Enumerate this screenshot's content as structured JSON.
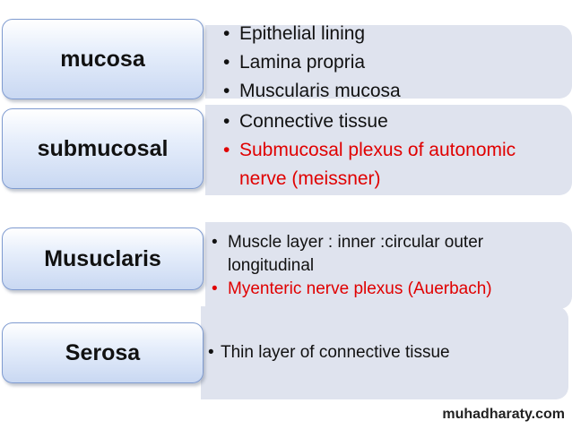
{
  "rows": [
    {
      "label": "mucosa",
      "bullets": [
        {
          "text": "Epithelial lining",
          "color": "#111111"
        },
        {
          "text": "Lamina propria",
          "color": "#111111"
        },
        {
          "text": "Muscularis mucosa",
          "color": "#111111"
        }
      ]
    },
    {
      "label": "submucosal",
      "bullets": [
        {
          "text": "Connective tissue",
          "color": "#111111"
        },
        {
          "text": "Submucosal plexus of autonomic nerve (meissner)",
          "color": "#e00000"
        }
      ]
    },
    {
      "label": "Musuclaris",
      "bullets": [
        {
          "text": "Muscle layer : inner :circular outer longitudinal",
          "color": "#111111"
        },
        {
          "text": "Myenteric nerve plexus (Auerbach)",
          "color": "#e00000"
        }
      ]
    },
    {
      "label": "Serosa",
      "bullets": [
        {
          "text": "Thin layer of connective tissue",
          "color": "#111111"
        }
      ]
    }
  ],
  "watermark": "muhadharaty.com",
  "bullet_glyph": "•"
}
